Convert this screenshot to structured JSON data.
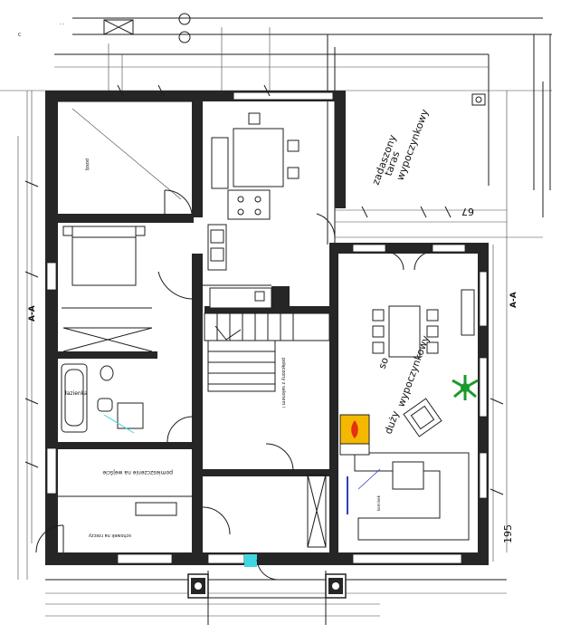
{
  "plan": {
    "terrace_line1": "zadaszony",
    "terrace_line2": "taras",
    "terrace_line3": "wypoczynkowy",
    "living_line1": "duży",
    "living_line2": "wypoczynkowy",
    "living_prefix": "so",
    "bathroom": "łazienka",
    "stair_note": "połączony z salonem i",
    "hall_note": "pomieszczenie na wejście",
    "wardrobe_note": "schowek na rzeczy",
    "fireplace_note": "kominek",
    "bedroom_small": "pokój",
    "dim_195": "195",
    "dim_67": "67",
    "section_mark": "A-A",
    "colors": {
      "fireplace": "#f5b800",
      "flame": "#e53010",
      "plant": "#1a9a2a",
      "glazing": "#2f3fbf",
      "entrance": "#3fd6e0",
      "wall": "#262626"
    }
  }
}
